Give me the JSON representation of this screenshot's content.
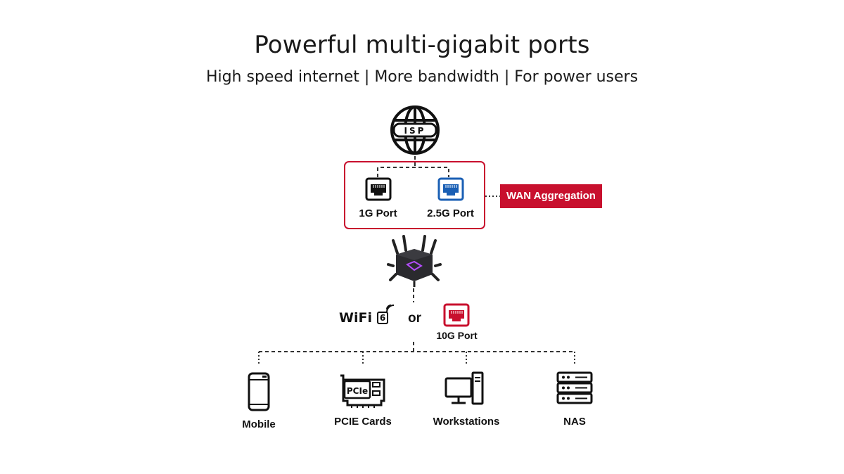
{
  "title": "Powerful multi-gigabit ports",
  "subtitle": "High speed internet | More bandwidth | For power users",
  "isp": {
    "label": "ISP",
    "icon": "globe-icon"
  },
  "wan": {
    "ports": [
      {
        "label": "1G Port",
        "icon": "ethernet-port-icon",
        "color": "#111111"
      },
      {
        "label": "2.5G Port",
        "icon": "ethernet-port-icon",
        "color": "#1a5fb4"
      }
    ],
    "badge": "WAN Aggregation",
    "accent": "#c8102e"
  },
  "router": {
    "icon": "router-icon"
  },
  "lan": {
    "wifi_label": "WiFi",
    "wifi_version": "6",
    "or_label": "or",
    "port_label": "10G Port",
    "port_color": "#c8102e"
  },
  "devices": [
    {
      "label": "Mobile",
      "icon": "mobile-phone-icon"
    },
    {
      "label": "PCIE Cards",
      "icon": "pcie-card-icon",
      "chip_text": "PCIe"
    },
    {
      "label": "Workstations",
      "icon": "workstation-icon"
    },
    {
      "label": "NAS",
      "icon": "nas-icon"
    }
  ]
}
